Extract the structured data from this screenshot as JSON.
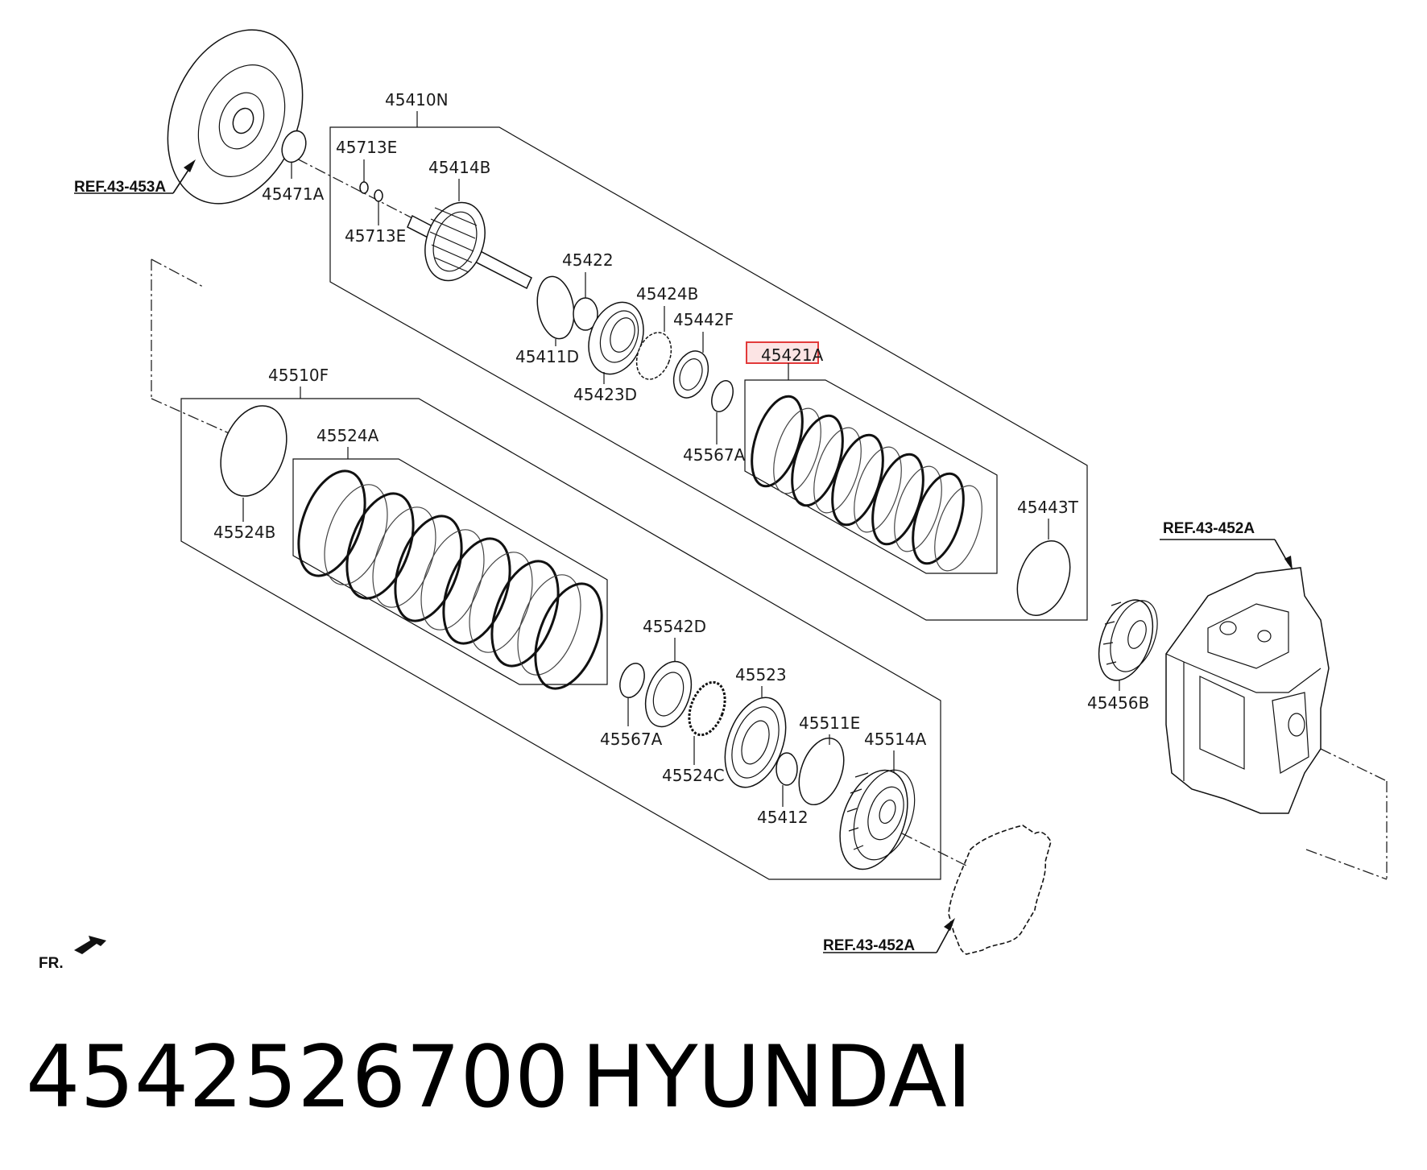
{
  "labels": {
    "l45410N": "45410N",
    "l45713E_1": "45713E",
    "l45713E_2": "45713E",
    "l45414B": "45414B",
    "l45471A": "45471A",
    "l45422": "45422",
    "l45424B": "45424B",
    "l45442F": "45442F",
    "l45411D": "45411D",
    "l45423D": "45423D",
    "l45421A": "45421A",
    "l45567A_1": "45567A",
    "l45443T": "45443T",
    "l45510F": "45510F",
    "l45524A": "45524A",
    "l45524B": "45524B",
    "l45542D": "45542D",
    "l45523": "45523",
    "l45511E": "45511E",
    "l45514A": "45514A",
    "l45567A_2": "45567A",
    "l45524C": "45524C",
    "l45412": "45412",
    "l45456B": "45456B"
  },
  "refs": {
    "ref_453A": "REF.43-453A",
    "ref_452A_top": "REF.43-452A",
    "ref_452A_bottom": "REF.43-452A"
  },
  "direction_label": "FR.",
  "highlighted_part": "45421A",
  "part_number": "4542526700",
  "brand": "HYUNDAI",
  "colors": {
    "highlight_border": "#e23a3a",
    "highlight_fill": "#fce4e4",
    "line": "#111111"
  }
}
